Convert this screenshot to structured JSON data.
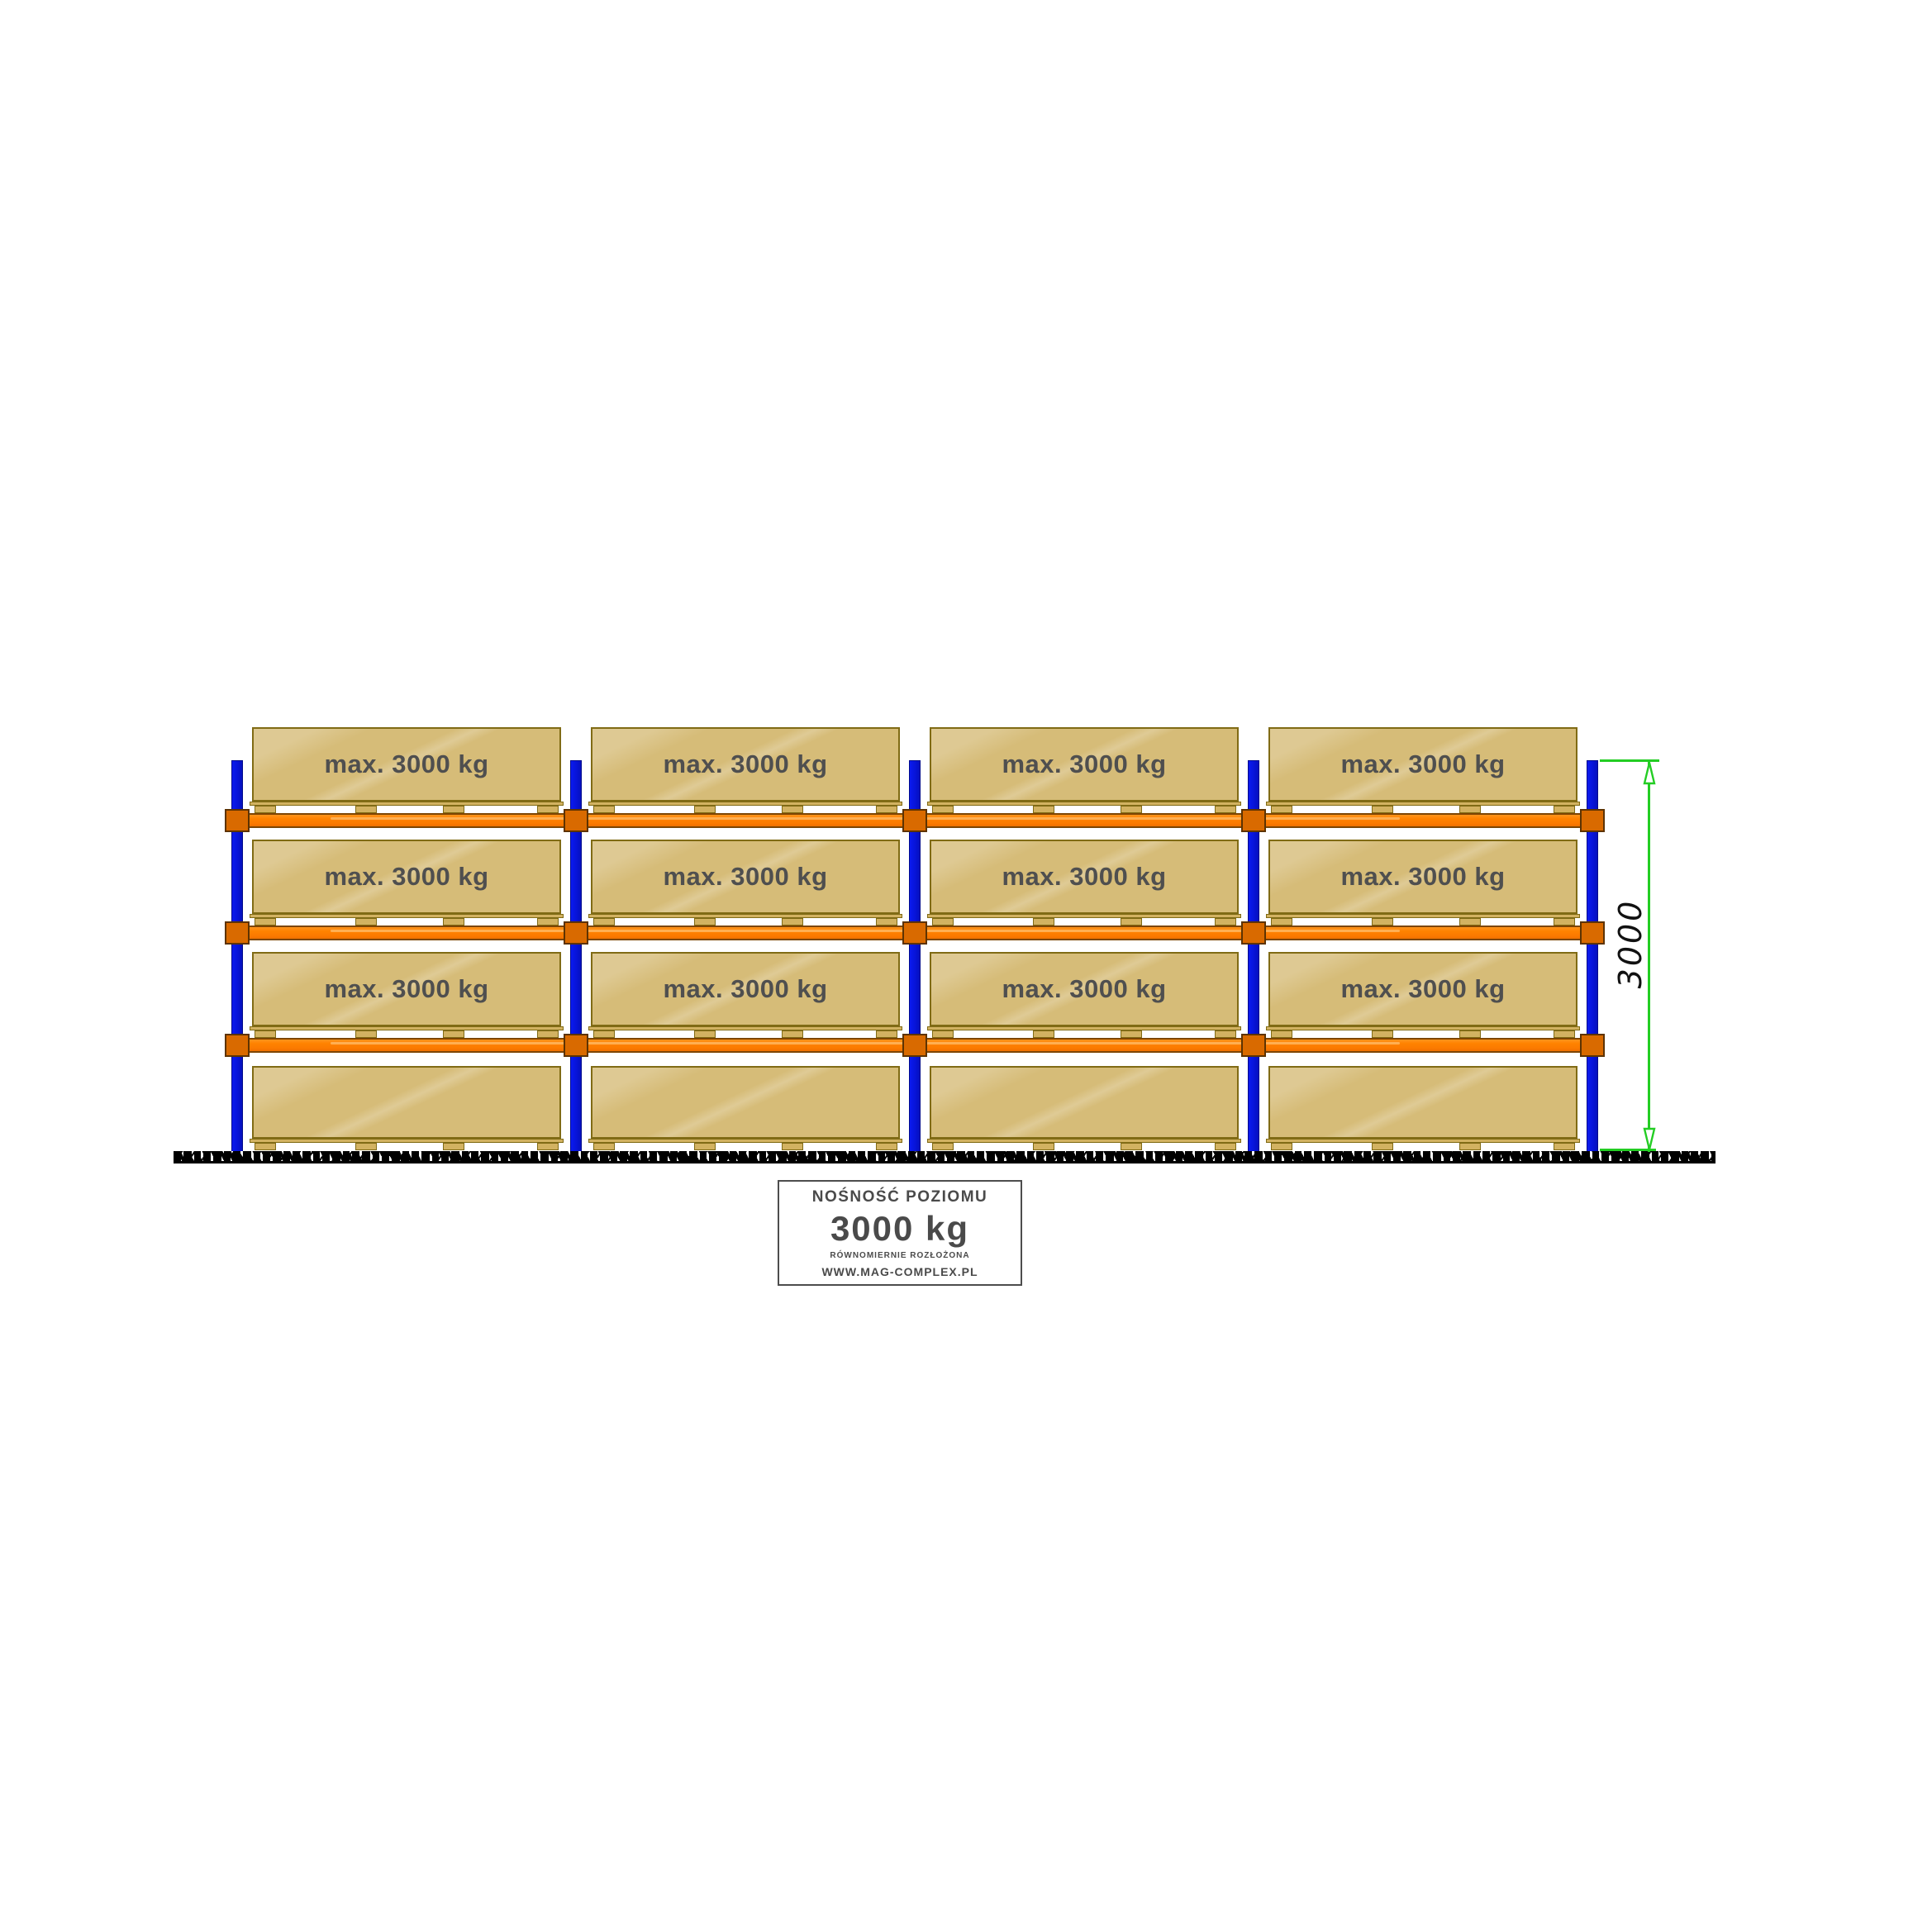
{
  "diagram": {
    "type": "pallet-racking-front-view",
    "bays": 4,
    "levels": [
      {
        "name": "level-3",
        "labeled": true
      },
      {
        "name": "level-2",
        "labeled": true
      },
      {
        "name": "level-1",
        "labeled": true
      },
      {
        "name": "level-0-floor",
        "labeled": false
      }
    ],
    "box_label": "max. 3000 kg",
    "labeled_box_count": 12
  },
  "dimension": {
    "value": "3000",
    "orientation": "vertical",
    "color": "#23cd23"
  },
  "plate": {
    "title": "NOŚNOŚĆ POZIOMU",
    "value": "3000 kg",
    "subtitle": "RÓWNOMIERNIE ROZŁOŻONA",
    "website": "WWW.MAG-COMPLEX.PL"
  },
  "colors": {
    "box_fill": "#d6bc78",
    "box_border": "#806b15",
    "beam_orange": "#ff8200",
    "beam_connector": "#d96a00",
    "post_blue": "#0a1bf0",
    "dimension_green": "#23cd23",
    "label_text": "#4f4f4f",
    "background": "#ffffff"
  }
}
